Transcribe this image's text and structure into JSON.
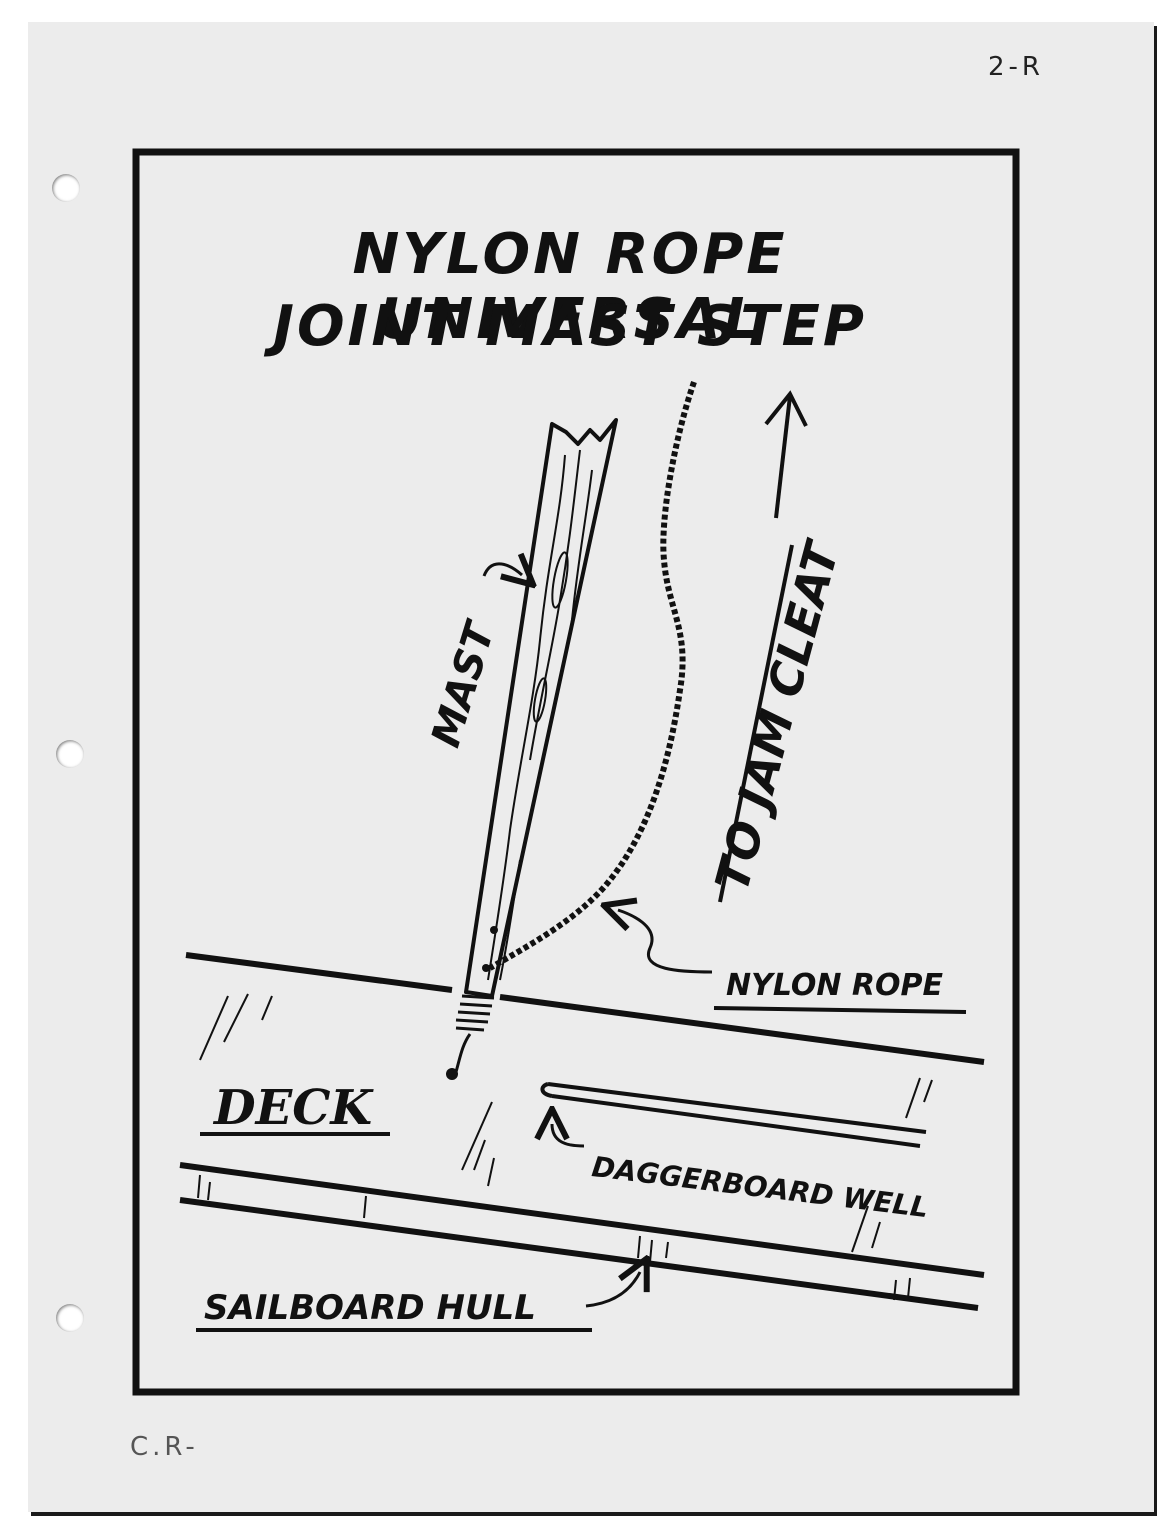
{
  "page_marks": {
    "corner_note": "2-R",
    "bottom_note": "C.R-"
  },
  "figure": {
    "title_line1": "NYLON ROPE UNIVERSAL",
    "title_line2": "JOINT MAST STEP",
    "labels": {
      "mast": "MAST",
      "to_jam_cleat": "TO JAM CLEAT",
      "nylon_rope": "NYLON ROPE",
      "deck": "DECK",
      "daggerboard_well": "DAGGERBOARD WELL",
      "sailboard_hull": "SAILBOARD HULL"
    }
  },
  "colors": {
    "ink": "#111111",
    "paper": "#ececec"
  }
}
